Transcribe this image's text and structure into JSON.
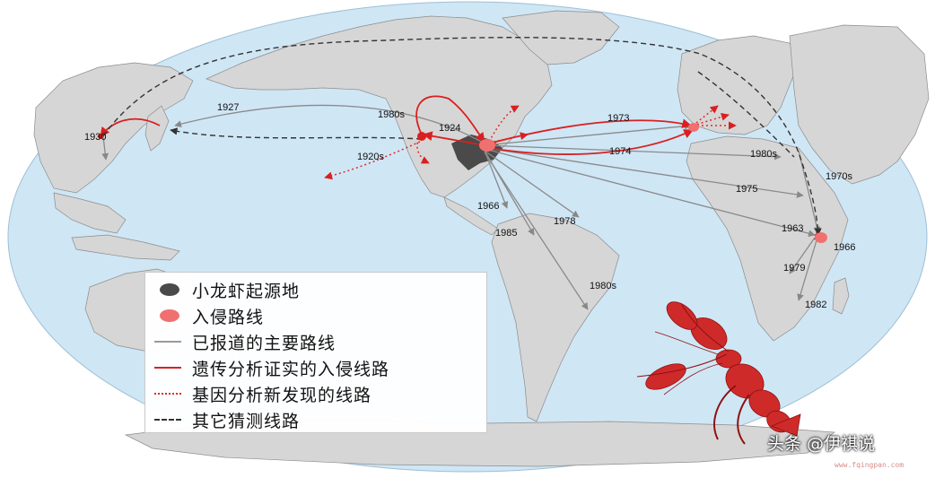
{
  "map": {
    "ocean_color": "#cfe6f5",
    "land_color": "#d6d6d6",
    "origin_color": "#4a4a4a",
    "invasion_color": "#f07070",
    "year_labels": [
      {
        "id": "1930",
        "text": "1930"
      },
      {
        "id": "1927",
        "text": "1927"
      },
      {
        "id": "1980s-na",
        "text": "1980s"
      },
      {
        "id": "1924",
        "text": "1924"
      },
      {
        "id": "1920s",
        "text": "1920s"
      },
      {
        "id": "1973",
        "text": "1973"
      },
      {
        "id": "1974",
        "text": "1974"
      },
      {
        "id": "1980s-af",
        "text": "1980s"
      },
      {
        "id": "1970s",
        "text": "1970s"
      },
      {
        "id": "1975",
        "text": "1975"
      },
      {
        "id": "1966-sa",
        "text": "1966"
      },
      {
        "id": "1978",
        "text": "1978"
      },
      {
        "id": "1985",
        "text": "1985"
      },
      {
        "id": "1963",
        "text": "1963"
      },
      {
        "id": "1966-af",
        "text": "1966"
      },
      {
        "id": "1979",
        "text": "1979"
      },
      {
        "id": "1980s-sa",
        "text": "1980s"
      },
      {
        "id": "1982",
        "text": "1982"
      }
    ]
  },
  "legend": {
    "items": [
      {
        "symbol": "dark-blob",
        "label": "小龙虾起源地"
      },
      {
        "symbol": "red-blob",
        "label": "入侵路线"
      },
      {
        "symbol": "gray-line",
        "label": "已报道的主要路线"
      },
      {
        "symbol": "red-line",
        "label": "遗传分析证实的入侵线路"
      },
      {
        "symbol": "dotted-red-line",
        "label": "基因分析新发现的线路"
      },
      {
        "symbol": "dashed-line",
        "label": "其它猜测线路"
      }
    ]
  },
  "watermark": {
    "text": "头条 @伊祺说",
    "subtext": "www.fqingpan.com"
  }
}
